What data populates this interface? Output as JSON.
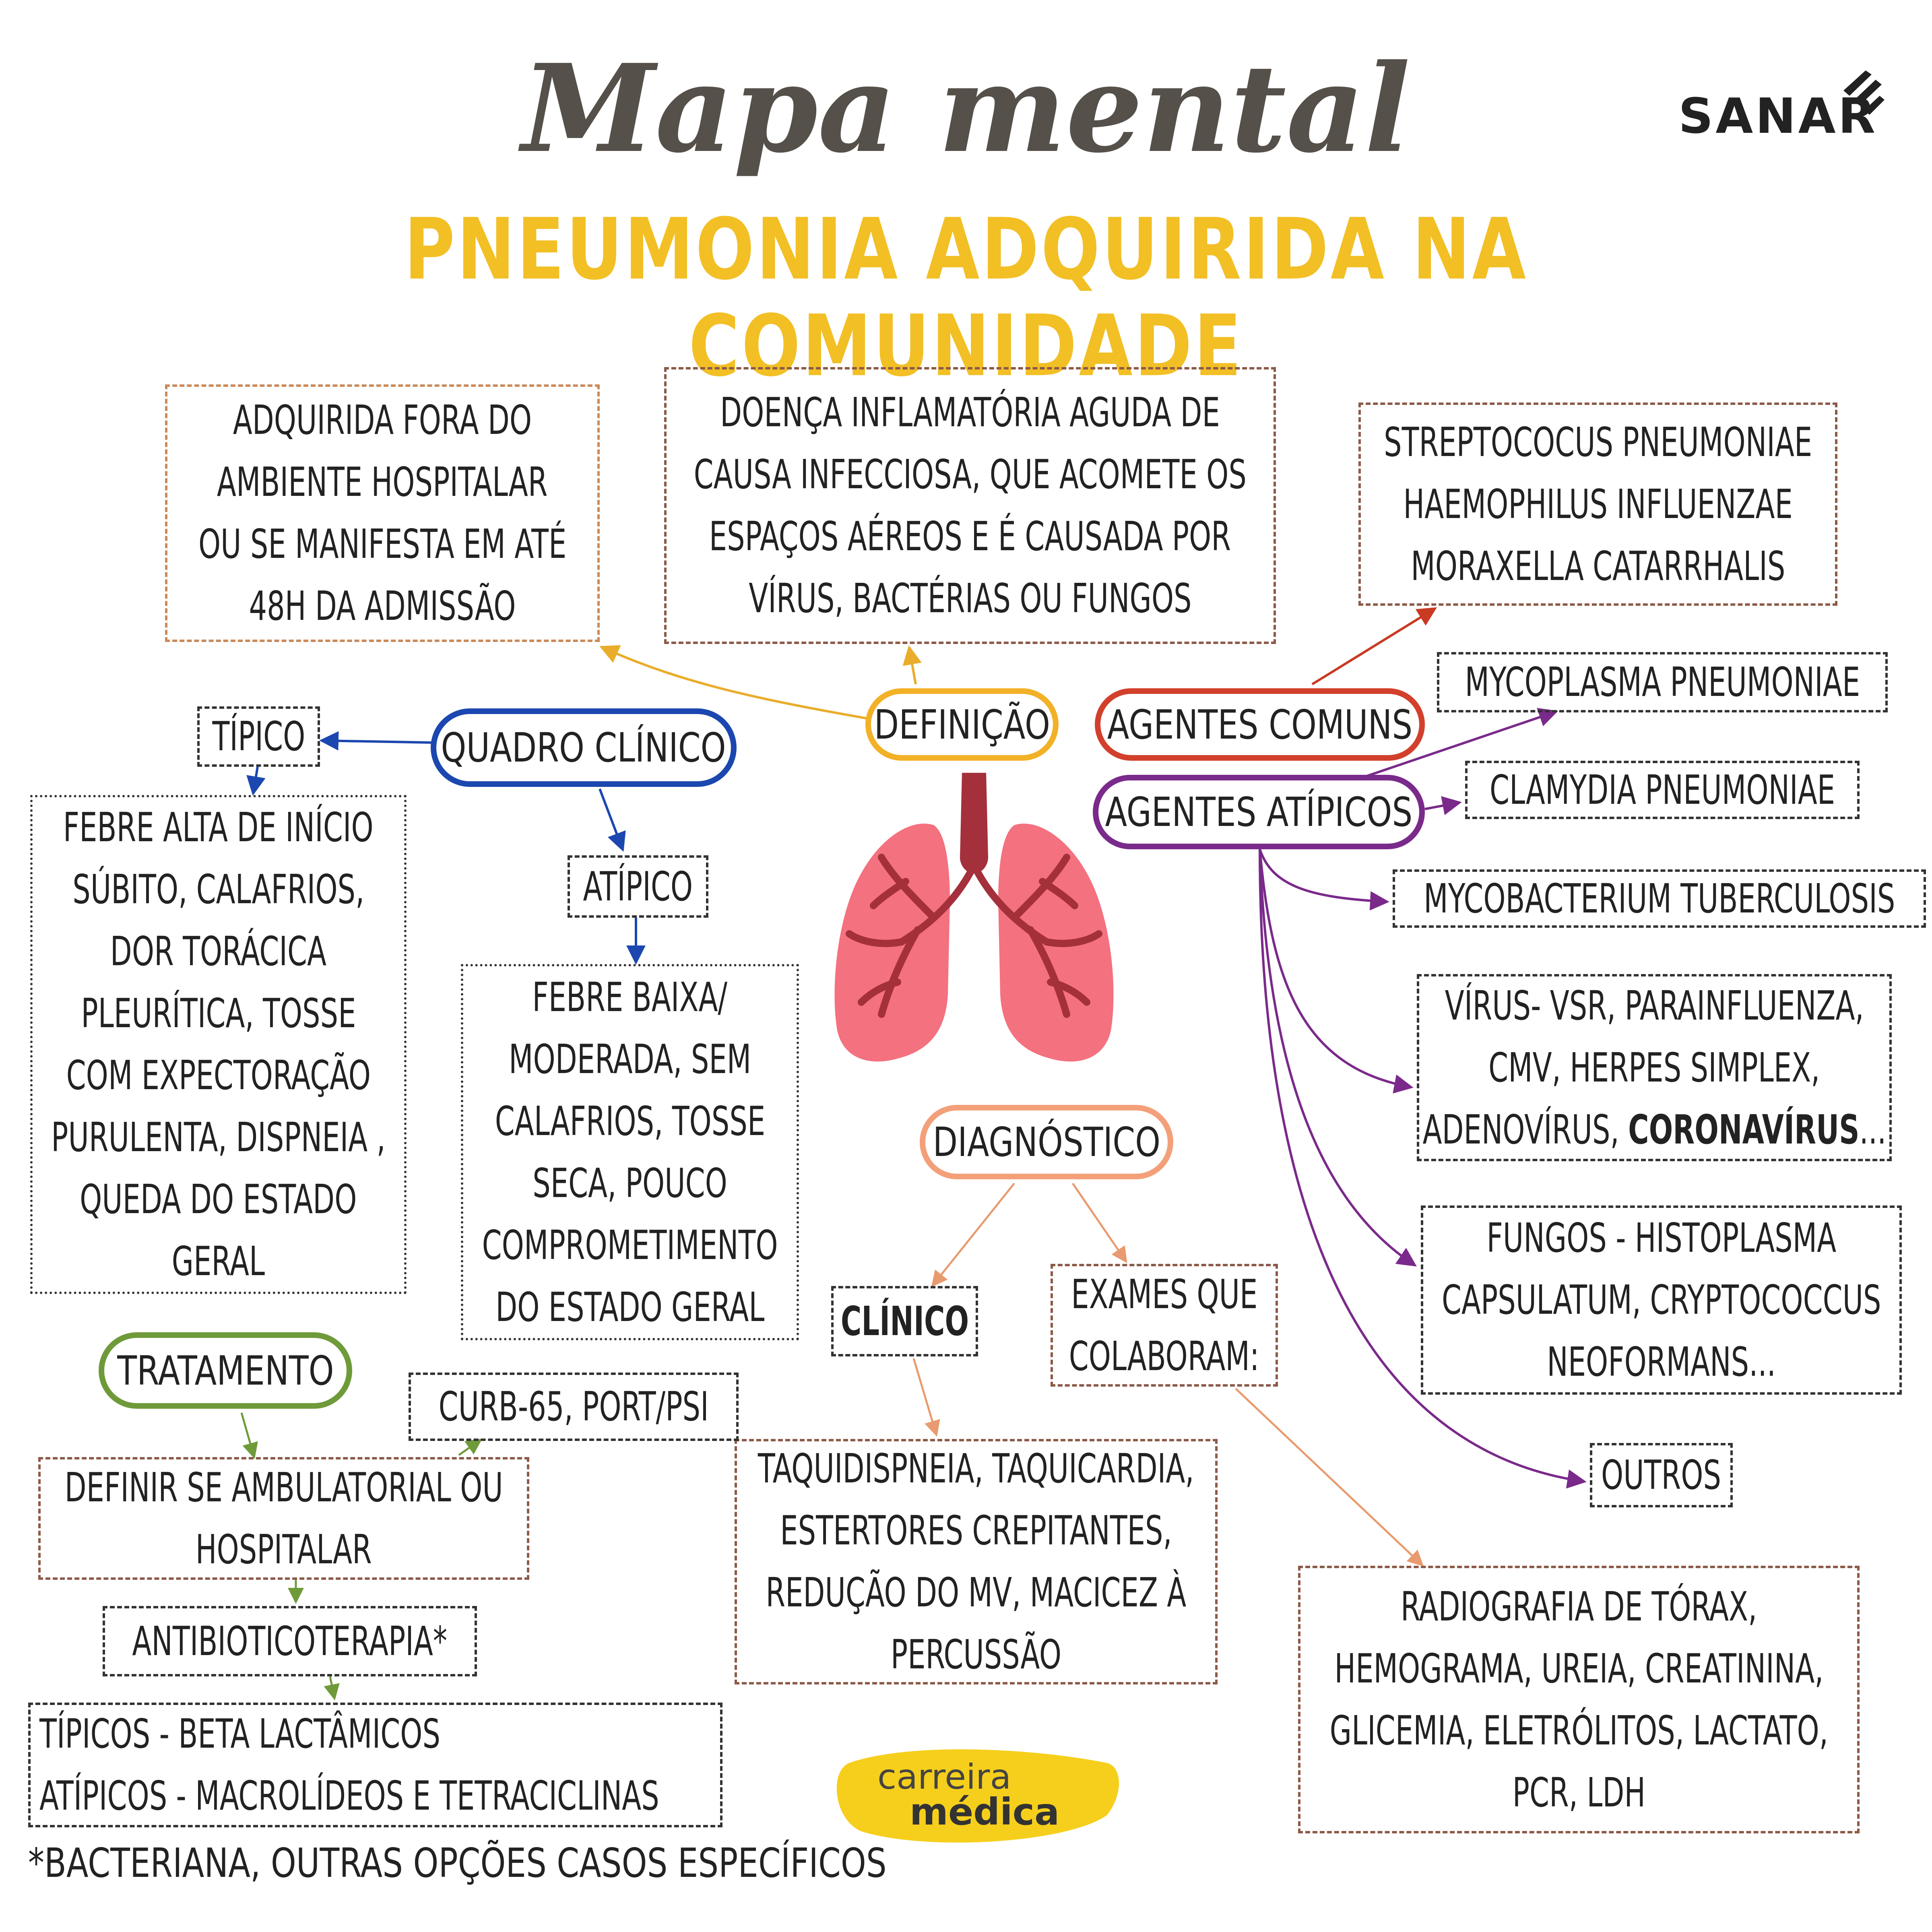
{
  "title": "Mapa mental",
  "subtitle": "PNEUMONIA ADQUIRIDA NA COMUNIDADE",
  "brand": "SANAR",
  "footer_brand": {
    "line1": "carreira",
    "line2": "médica"
  },
  "nodes": {
    "definicao": "DEFINIÇÃO",
    "agentes_comuns": "AGENTES COMUNS",
    "agentes_atipicos": "AGENTES ATÍPICOS",
    "quadro_clinico": "QUADRO CLÍNICO",
    "diagnostico": "DIAGNÓSTICO",
    "tratamento": "TRATAMENTO"
  },
  "boxes": {
    "adquirida": [
      "ADQUIRIDA FORA DO",
      "AMBIENTE HOSPITALAR",
      "OU SE MANIFESTA EM ATÉ",
      "48H DA ADMISSÃO"
    ],
    "doenca": [
      "DOENÇA INFLAMATÓRIA AGUDA DE",
      "CAUSA INFECCIOSA, QUE ACOMETE OS",
      "ESPAÇOS AÉREOS E É CAUSADA POR",
      "VÍRUS, BACTÉRIAS OU FUNGOS"
    ],
    "comuns_list": [
      "STREPTOCOCUS PNEUMONIAE",
      "HAEMOPHILUS INFLUENZAE",
      "MORAXELLA CATARRHALIS"
    ],
    "mycoplasma": "MYCOPLASMA PNEUMONIAE",
    "clamydia": "CLAMYDIA PNEUMONIAE",
    "mycobacterium": "MYCOBACTERIUM TUBERCULOSIS",
    "virus": {
      "line1": "VÍRUS- VSR, PARAINFLUENZA,",
      "line2": "CMV, HERPES SIMPLEX,",
      "line3_a": "ADENOVÍRUS, ",
      "line3_b": "CORONAVÍRUS",
      "line3_c": "..."
    },
    "fungos": [
      "FUNGOS - HISTOPLASMA",
      "CAPSULATUM, CRYPTOCOCCUS",
      "NEOFORMANS..."
    ],
    "outros": "OUTROS",
    "tipico": "TÍPICO",
    "tipico_desc": [
      "FEBRE ALTA DE INÍCIO",
      "SÚBITO, CALAFRIOS,",
      "DOR TORÁCICA",
      "PLEURÍTICA, TOSSE",
      "COM EXPECTORAÇÃO",
      "PURULENTA, DISPNEIA ,",
      "QUEDA DO ESTADO",
      "GERAL"
    ],
    "atipico": "ATÍPICO",
    "atipico_desc": [
      "FEBRE BAIXA/",
      "MODERADA, SEM",
      "CALAFRIOS, TOSSE",
      "SECA, POUCO",
      "COMPROMETIMENTO",
      "DO ESTADO GERAL"
    ],
    "clinico": "CLÍNICO",
    "exames": [
      "EXAMES QUE",
      "COLABORAM:"
    ],
    "clinico_desc": [
      "TAQUIDISPNEIA, TAQUICARDIA,",
      "ESTERTORES CREPITANTES,",
      "REDUÇÃO DO MV, MACICEZ À",
      "PERCUSSÃO"
    ],
    "exames_desc": [
      "RADIOGRAFIA DE TÓRAX,",
      "HEMOGRAMA, UREIA, CREATININA,",
      "GLICEMIA, ELETRÓLITOS, LACTATO,",
      "PCR, LDH"
    ],
    "curb": "CURB-65, PORT/PSI",
    "definir": [
      "DEFINIR SE AMBULATORIAL OU",
      "HOSPITALAR"
    ],
    "antibio": "ANTIBIOTICOTERAPIA*",
    "tipicos_atipicos": [
      "TÍPICOS - BETA LACTÂMICOS",
      "ATÍPICOS - MACROLÍDEOS E TETRACICLINAS"
    ]
  },
  "footnote": "*BACTERIANA, OUTRAS OPÇÕES CASOS ESPECÍFICOS",
  "colors": {
    "definicao": "#f2b127",
    "agentes_comuns": "#d2402c",
    "agentes_atipicos": "#7a2a8a",
    "quadro_clinico": "#1c47b0",
    "diagnostico": "#f3a07a",
    "tratamento": "#6f9a3a",
    "subtitle": "#f2bf25",
    "lung": "#f4717f"
  }
}
